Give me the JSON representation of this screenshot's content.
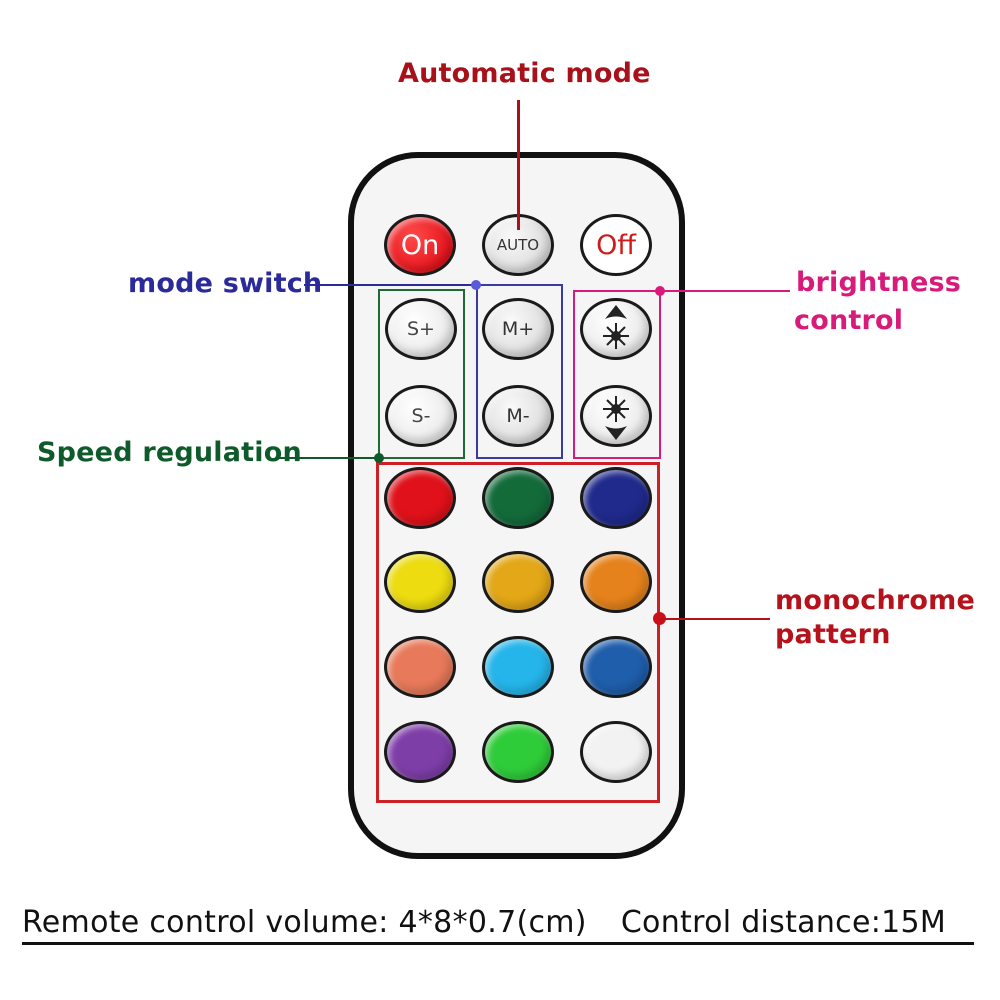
{
  "annotations": {
    "automatic_mode": {
      "text": "Automatic mode",
      "color": "#a8101a"
    },
    "mode_switch": {
      "text": "mode switch",
      "color": "#2a2a9a"
    },
    "speed_regulation": {
      "text": "Speed regulation",
      "color": "#0f5a2a"
    },
    "brightness_control": {
      "line1": "brightness",
      "line2": "control",
      "color": "#d81b7a"
    },
    "monochrome_pattern": {
      "line1": "monochrome",
      "line2": "pattern",
      "color": "#b5121b"
    }
  },
  "remote": {
    "top_row": [
      {
        "label": "On",
        "style": "red"
      },
      {
        "label": "AUTO",
        "style": "gray"
      },
      {
        "label": "Off",
        "style": "white"
      }
    ],
    "speed_buttons": [
      {
        "label": "S+"
      },
      {
        "label": "S-"
      }
    ],
    "mode_buttons": [
      {
        "label": "M+"
      },
      {
        "label": "M-"
      }
    ],
    "brightness_buttons": [
      {
        "icon": "brightness-up-icon"
      },
      {
        "icon": "brightness-down-icon"
      }
    ],
    "color_buttons": [
      {
        "name": "red",
        "color": "#e0111a"
      },
      {
        "name": "dark-green",
        "color": "#136b3a"
      },
      {
        "name": "dark-blue",
        "color": "#1f2a8c"
      },
      {
        "name": "yellow",
        "color": "#ecdc10"
      },
      {
        "name": "amber",
        "color": "#e3a717"
      },
      {
        "name": "orange",
        "color": "#e5821b"
      },
      {
        "name": "salmon",
        "color": "#e8795a"
      },
      {
        "name": "sky-blue",
        "color": "#25b5ea"
      },
      {
        "name": "blue",
        "color": "#1f5eab"
      },
      {
        "name": "purple",
        "color": "#7e3ea8"
      },
      {
        "name": "green",
        "color": "#2fcc3a"
      },
      {
        "name": "white",
        "color": "#f2f2f2"
      }
    ]
  },
  "footer": {
    "volume": "Remote control volume: 4*8*0.7(cm)",
    "distance": "Control distance:15M"
  }
}
